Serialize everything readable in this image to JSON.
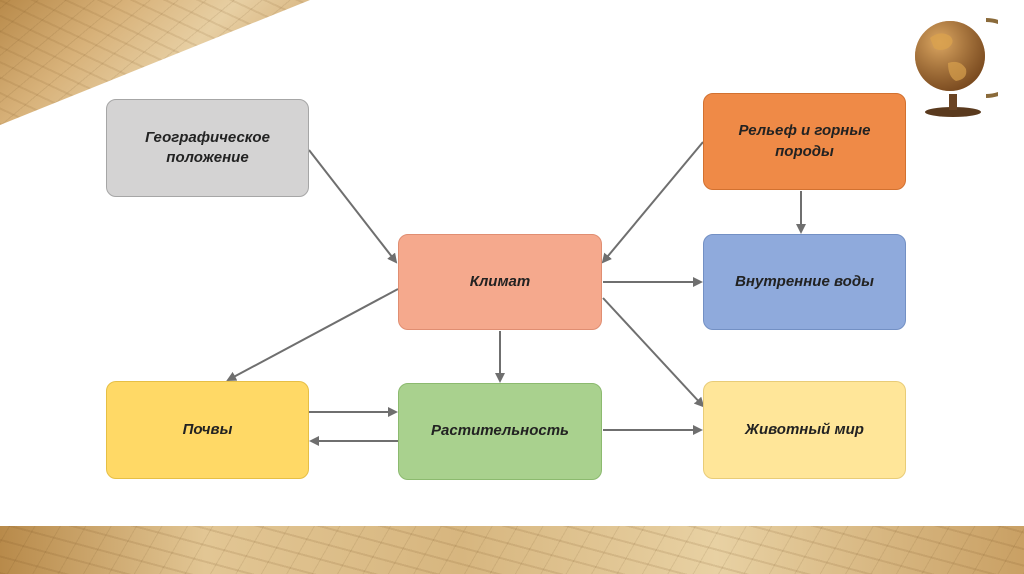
{
  "diagram": {
    "nodes": {
      "geo": "Географическое положение",
      "relief": "Рельеф и горные породы",
      "climate": "Климат",
      "water": "Внутренние воды",
      "soil": "Почвы",
      "vegetation": "Растительность",
      "fauna": "Животный мир"
    },
    "edges": [
      {
        "from": "geo",
        "to": "climate"
      },
      {
        "from": "relief",
        "to": "climate"
      },
      {
        "from": "relief",
        "to": "water"
      },
      {
        "from": "climate",
        "to": "water"
      },
      {
        "from": "climate",
        "to": "soil"
      },
      {
        "from": "climate",
        "to": "vegetation"
      },
      {
        "from": "climate",
        "to": "fauna"
      },
      {
        "from": "soil",
        "to": "vegetation"
      },
      {
        "from": "vegetation",
        "to": "soil"
      },
      {
        "from": "vegetation",
        "to": "fauna"
      }
    ]
  },
  "decor": {
    "accent": "#c49a5e",
    "arrow_color": "#6f6f6f",
    "icons": [
      "globe-icon"
    ]
  }
}
